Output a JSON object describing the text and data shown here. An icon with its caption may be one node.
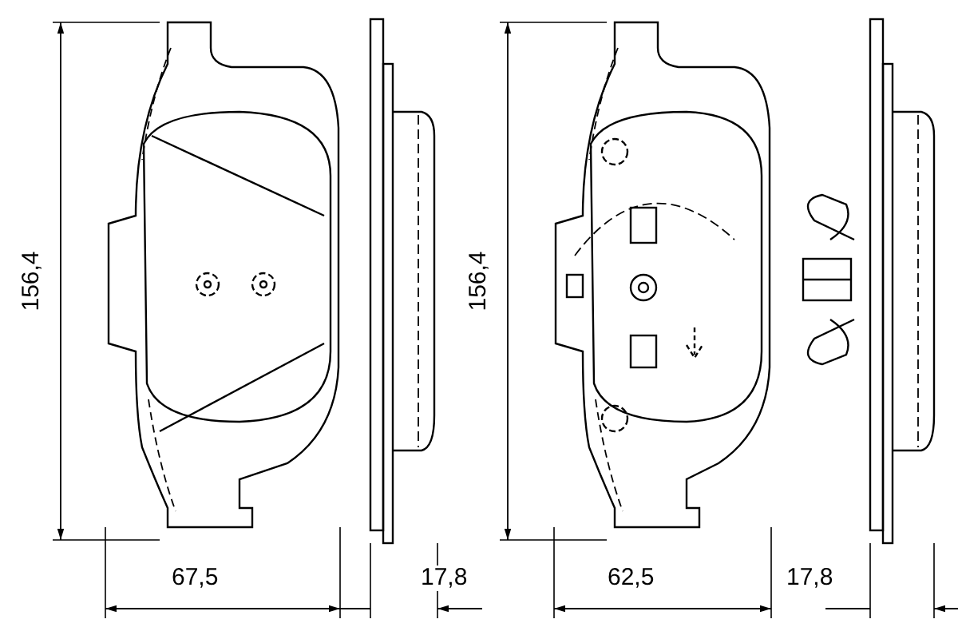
{
  "diagram": {
    "labels": [
      "156,4",
      "67,5",
      "17,8",
      "156,4",
      "62,5",
      "17,8"
    ]
  }
}
